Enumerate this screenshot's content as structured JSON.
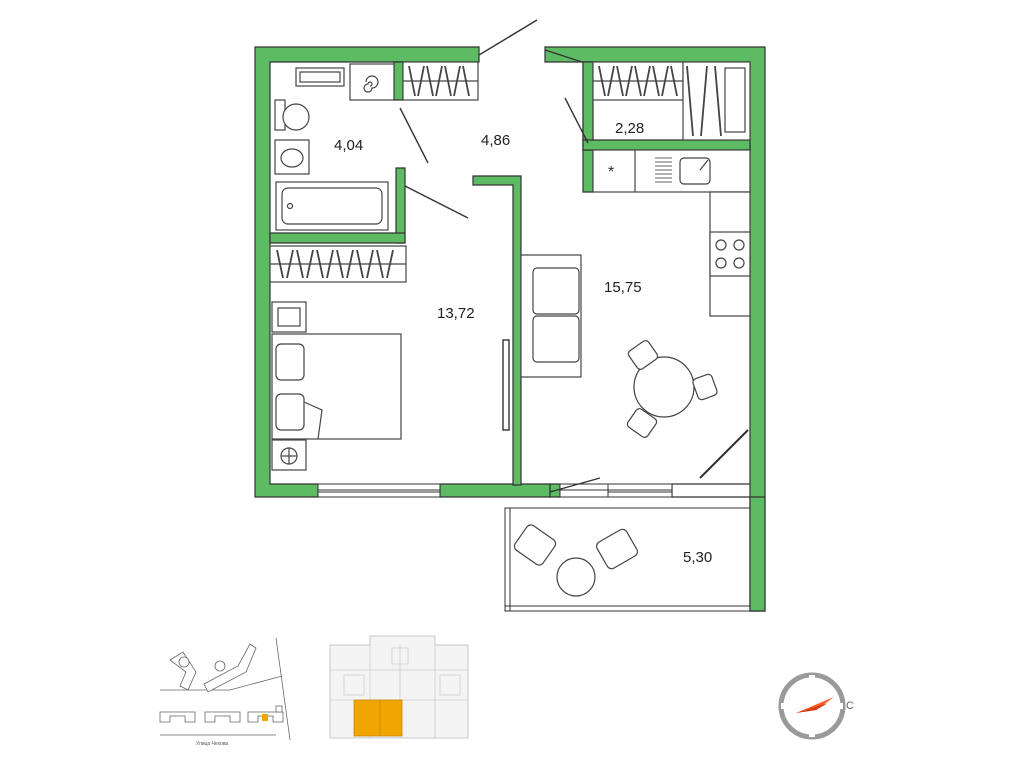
{
  "colors": {
    "wall": "#5dbb63",
    "wall_outline": "#333333",
    "furniture": "#444444",
    "apartment_highlight": "#f0a500",
    "compass_ring": "#9a9a9a",
    "compass_needle": "#ff5a1f"
  },
  "rooms": [
    {
      "id": "bathroom",
      "area": "4,04"
    },
    {
      "id": "hallway",
      "area": "4,86"
    },
    {
      "id": "storage",
      "area": "2,28"
    },
    {
      "id": "bedroom",
      "area": "13,72"
    },
    {
      "id": "living-kitchen",
      "area": "15,75"
    },
    {
      "id": "balcony",
      "area": "5,30"
    }
  ],
  "site_plan": {
    "street_name": "Улица Чехова"
  },
  "compass": {
    "icon": "compass-icon",
    "letter": "С"
  }
}
